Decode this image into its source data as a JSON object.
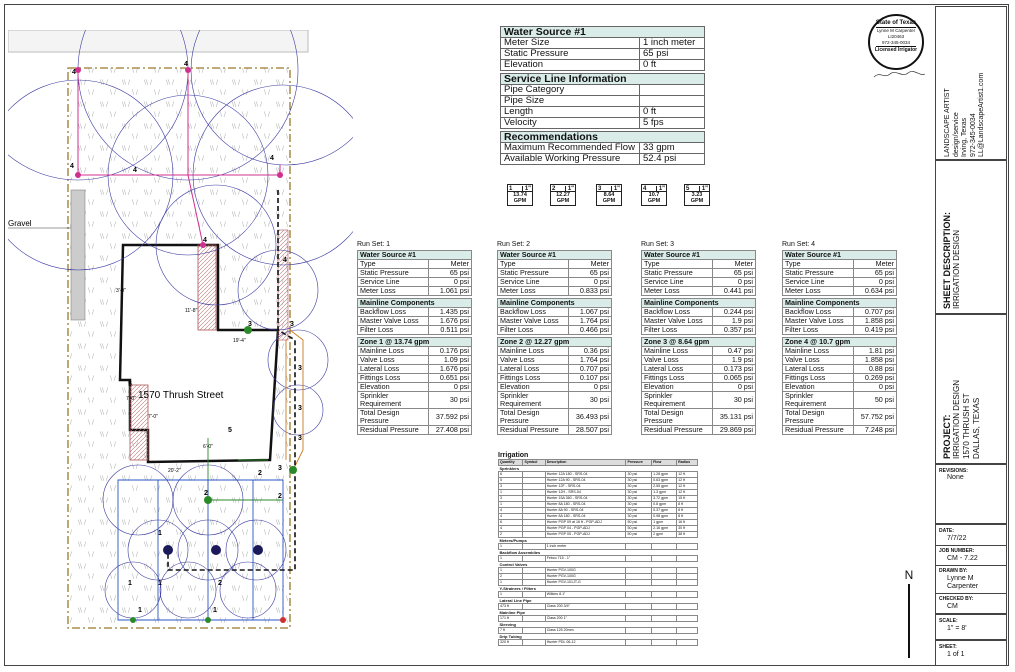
{
  "site": {
    "address": "1570 Thrush Street",
    "gravel_label": "Gravel",
    "north_label": "N",
    "dims": [
      "3'-0\"",
      "11'-8\"",
      "19'-4\"",
      "7'-0\"",
      "7'-0\"",
      "20'-2\"",
      "6'-0\""
    ],
    "zone_tags": [
      "4",
      "4",
      "4",
      "4",
      "4",
      "4",
      "4",
      "3",
      "3",
      "3",
      "3",
      "3",
      "3",
      "5",
      "5",
      "2",
      "2",
      "2",
      "1",
      "1",
      "1",
      "2",
      "1",
      "1"
    ]
  },
  "seal": {
    "top_text": "State of Texas",
    "name": "Lynne M Carpenter",
    "number": "LI20463",
    "phone": "972-345-0034",
    "bottom_text": "Licensed Irrigator"
  },
  "water_source": {
    "header": "Water Source #1",
    "rows": [
      {
        "label": "Meter Size",
        "value": "1 inch meter"
      },
      {
        "label": "Static Pressure",
        "value": "65 psi"
      },
      {
        "label": "Elevation",
        "value": "0 ft"
      }
    ]
  },
  "service_line": {
    "header": "Service Line Information",
    "rows": [
      {
        "label": "Pipe Category",
        "value": ""
      },
      {
        "label": "Pipe Size",
        "value": ""
      },
      {
        "label": "Length",
        "value": "0 ft"
      },
      {
        "label": "Velocity",
        "value": "5 fps"
      }
    ]
  },
  "recommendations": {
    "header": "Recommendations",
    "rows": [
      {
        "label": "Maximum Recommended Flow",
        "value": "33 gpm"
      },
      {
        "label": "Available Working Pressure",
        "value": "52.4 psi"
      }
    ]
  },
  "gpm_boxes": [
    {
      "zone": "1",
      "size": "1\"",
      "gpm": "13.74",
      "unit": "GPM"
    },
    {
      "zone": "2",
      "size": "1\"",
      "gpm": "12.27",
      "unit": "GPM"
    },
    {
      "zone": "3",
      "size": "1\"",
      "gpm": "8.64",
      "unit": "GPM"
    },
    {
      "zone": "4",
      "size": "1\"",
      "gpm": "10.7",
      "unit": "GPM"
    },
    {
      "zone": "5",
      "size": "1\"",
      "gpm": "3.23",
      "unit": "GPM"
    }
  ],
  "run_sets": [
    {
      "title": "Run Set:  1",
      "ws_header": "Water Source #1",
      "ws_rows": [
        [
          "Type",
          "Meter"
        ],
        [
          "Static Pressure",
          "65 psi"
        ],
        [
          "Service Line",
          "0 psi"
        ],
        [
          "Meter Loss",
          "1.061 psi"
        ]
      ],
      "mc_header": "Mainline Components",
      "mc_rows": [
        [
          "Backflow Loss",
          "1.435 psi"
        ],
        [
          "Master Valve Loss",
          "1.676 psi"
        ],
        [
          "Filter Loss",
          "0.511 psi"
        ]
      ],
      "zone_header": "Zone 1 @ 13.74 gpm",
      "zone_rows": [
        [
          "Mainline Loss",
          "0.176 psi"
        ],
        [
          "Valve Loss",
          "1.09 psi"
        ],
        [
          "Lateral Loss",
          "1.676 psi"
        ],
        [
          "Fittings Loss",
          "0.651 psi"
        ],
        [
          "Elevation",
          "0 psi"
        ],
        [
          "Sprinkler Requirement",
          "30 psi"
        ],
        [
          "Total Design Pressure",
          "37.592 psi"
        ],
        [
          "Residual Pressure",
          "27.408 psi"
        ]
      ]
    },
    {
      "title": "Run Set:  2",
      "ws_header": "Water Source #1",
      "ws_rows": [
        [
          "Type",
          "Meter"
        ],
        [
          "Static Pressure",
          "65 psi"
        ],
        [
          "Service Line",
          "0 psi"
        ],
        [
          "Meter Loss",
          "0.833 psi"
        ]
      ],
      "mc_header": "Mainline Components",
      "mc_rows": [
        [
          "Backflow Loss",
          "1.067 psi"
        ],
        [
          "Master Valve Loss",
          "1.764 psi"
        ],
        [
          "Filter Loss",
          "0.466 psi"
        ]
      ],
      "zone_header": "Zone 2 @ 12.27 gpm",
      "zone_rows": [
        [
          "Mainline Loss",
          "0.36 psi"
        ],
        [
          "Valve Loss",
          "1.764 psi"
        ],
        [
          "Lateral Loss",
          "0.707 psi"
        ],
        [
          "Fittings Loss",
          "0.107 psi"
        ],
        [
          "Elevation",
          "0 psi"
        ],
        [
          "Sprinkler Requirement",
          "30 psi"
        ],
        [
          "Total Design Pressure",
          "36.493 psi"
        ],
        [
          "Residual Pressure",
          "28.507 psi"
        ]
      ]
    },
    {
      "title": "Run Set:  3",
      "ws_header": "Water Source #1",
      "ws_rows": [
        [
          "Type",
          "Meter"
        ],
        [
          "Static Pressure",
          "65 psi"
        ],
        [
          "Service Line",
          "0 psi"
        ],
        [
          "Meter Loss",
          "0.441 psi"
        ]
      ],
      "mc_header": "Mainline Components",
      "mc_rows": [
        [
          "Backflow Loss",
          "0.244 psi"
        ],
        [
          "Master Valve Loss",
          "1.9 psi"
        ],
        [
          "Filter Loss",
          "0.357 psi"
        ]
      ],
      "zone_header": "Zone 3 @ 8.64 gpm",
      "zone_rows": [
        [
          "Mainline Loss",
          "0.47 psi"
        ],
        [
          "Valve Loss",
          "1.9 psi"
        ],
        [
          "Lateral Loss",
          "0.173 psi"
        ],
        [
          "Fittings Loss",
          "0.065 psi"
        ],
        [
          "Elevation",
          "0 psi"
        ],
        [
          "Sprinkler Requirement",
          "30 psi"
        ],
        [
          "Total Design Pressure",
          "35.131 psi"
        ],
        [
          "Residual Pressure",
          "29.869 psi"
        ]
      ]
    },
    {
      "title": "Run Set:  4",
      "ws_header": "Water Source #1",
      "ws_rows": [
        [
          "Type",
          "Meter"
        ],
        [
          "Static Pressure",
          "65 psi"
        ],
        [
          "Service Line",
          "0 psi"
        ],
        [
          "Meter Loss",
          "0.634 psi"
        ]
      ],
      "mc_header": "Mainline Components",
      "mc_rows": [
        [
          "Backflow Loss",
          "0.707 psi"
        ],
        [
          "Master Valve Loss",
          "1.858 psi"
        ],
        [
          "Filter Loss",
          "0.419 psi"
        ]
      ],
      "zone_header": "Zone 4 @ 10.7 gpm",
      "zone_rows": [
        [
          "Mainline Loss",
          "1.81 psi"
        ],
        [
          "Valve Loss",
          "1.858 psi"
        ],
        [
          "Lateral Loss",
          "0.88 psi"
        ],
        [
          "Fittings Loss",
          "0.269 psi"
        ],
        [
          "Elevation",
          "0 psi"
        ],
        [
          "Sprinkler Requirement",
          "50 psi"
        ],
        [
          "Total Design Pressure",
          "57.752 psi"
        ],
        [
          "Residual Pressure",
          "7.248 psi"
        ]
      ]
    }
  ],
  "legend": {
    "title": "Irrigation",
    "columns": [
      "Quantity",
      "Symbol",
      "Description",
      "Pressure",
      "Flow",
      "Radius"
    ],
    "sections": [
      {
        "name": "Sprinklers",
        "rows": [
          [
            "6",
            "",
            "Hunter 12A 180 - SRS-04",
            "30 psi",
            "1.28 gpm",
            "12 ft"
          ],
          [
            "5",
            "",
            "Hunter 12A 90 - SRS-04",
            "30 psi",
            "0.63 gpm",
            "12 ft"
          ],
          [
            "3",
            "",
            "Hunter 12F - SRS-04",
            "30 psi",
            "2.55 gpm",
            "12 ft"
          ],
          [
            "1",
            "",
            "Hunter 12H - SRS-04",
            "30 psi",
            "1.3 gpm",
            "12 ft"
          ],
          [
            "3",
            "",
            "Hunter 15A 360 - SRS-04",
            "30 psi",
            "3.72 gpm",
            "15 ft"
          ],
          [
            "1",
            "",
            "Hunter 8A 180 - SRS-04",
            "30 psi",
            "0.8 gpm",
            "8 ft"
          ],
          [
            "4",
            "",
            "Hunter 8A 90 - SRS-04",
            "30 psi",
            "0.37 gpm",
            "8 ft"
          ],
          [
            "4",
            "",
            "Hunter 8A 180 - SRS-04",
            "30 psi",
            "0.98 gpm",
            "8 ft"
          ],
          [
            "6",
            "",
            "Hunter PGP 09 at 16 ft - PGP-ADJ",
            "50 psi",
            "1 gpm",
            "16 ft"
          ],
          [
            "4",
            "",
            "Hunter PGP 04 - PGP-ADJ",
            "50 psi",
            "2.16 gpm",
            "30 ft"
          ],
          [
            "2",
            "",
            "Hunter PGP 05 - PGP-ADJ",
            "50 psi",
            "2 gpm",
            "38 ft"
          ]
        ]
      },
      {
        "name": "Meters/Pumps",
        "rows": [
          [
            "1",
            "",
            "1 inch meter",
            "",
            "",
            ""
          ]
        ]
      },
      {
        "name": "Backflow Assemblies",
        "rows": [
          [
            "1",
            "",
            "Febco 715 - 1\"",
            "",
            "",
            ""
          ]
        ]
      },
      {
        "name": "Control Valves",
        "rows": [
          [
            "1",
            "",
            "Hunter PGV-100G",
            "",
            "",
            ""
          ],
          [
            "2",
            "",
            "Hunter PGV-100G",
            "",
            "",
            ""
          ],
          [
            "1",
            "",
            "Hunter PGV-101JT-G",
            "",
            "",
            ""
          ]
        ]
      },
      {
        "name": "Y-Strainers / Filters",
        "rows": [
          [
            "1",
            "",
            "Wilkins 8.1\"",
            "",
            "",
            ""
          ]
        ]
      },
      {
        "name": "Lateral Line Pipe",
        "rows": [
          [
            "473 ft",
            "",
            "Class 200 3/4\"",
            "",
            "",
            ""
          ]
        ]
      },
      {
        "name": "Mainline Pipe",
        "rows": [
          [
            "171 ft",
            "",
            "Class 200 1\"",
            "",
            "",
            ""
          ]
        ]
      },
      {
        "name": "Sleeving",
        "rows": [
          [
            "7 ft",
            "",
            "Class 125 20mm",
            "",
            "",
            ""
          ]
        ]
      },
      {
        "name": "Drip Tubing",
        "rows": [
          [
            "320 ft",
            "",
            "Hunter PDL 06-12",
            "",
            "",
            ""
          ]
        ]
      }
    ]
  },
  "title_block": {
    "company": [
      "LANDSCAPE ARTIST",
      "design/service",
      "Irving, Texas",
      "972-345-0034",
      "LL@LandscapeArtist1.com"
    ],
    "sheet_desc_label": "SHEET DESCRIPTION:",
    "sheet_desc": "IRRIGATION DESIGN",
    "project_label": "PROJECT:",
    "project_name": "IRRIGATION DESIGN",
    "project_addr": "1570 THRUSH ST",
    "project_city": "DALLAS, TEXAS",
    "revisions_label": "REVISIONS:",
    "revisions": "None",
    "date_label": "DATE:",
    "date": "7/7/22",
    "job_label": "JOB NUMBER:",
    "job": "CM - 7.22",
    "drawn_label": "DRAWN BY:",
    "drawn": "Lynne M Carpenter",
    "checked_label": "CHECKED BY:",
    "checked": "CM",
    "scale_label": "SCALE:",
    "scale": "1\" = 8'",
    "sheet_label": "SHEET:",
    "sheet": "1 of 1"
  }
}
